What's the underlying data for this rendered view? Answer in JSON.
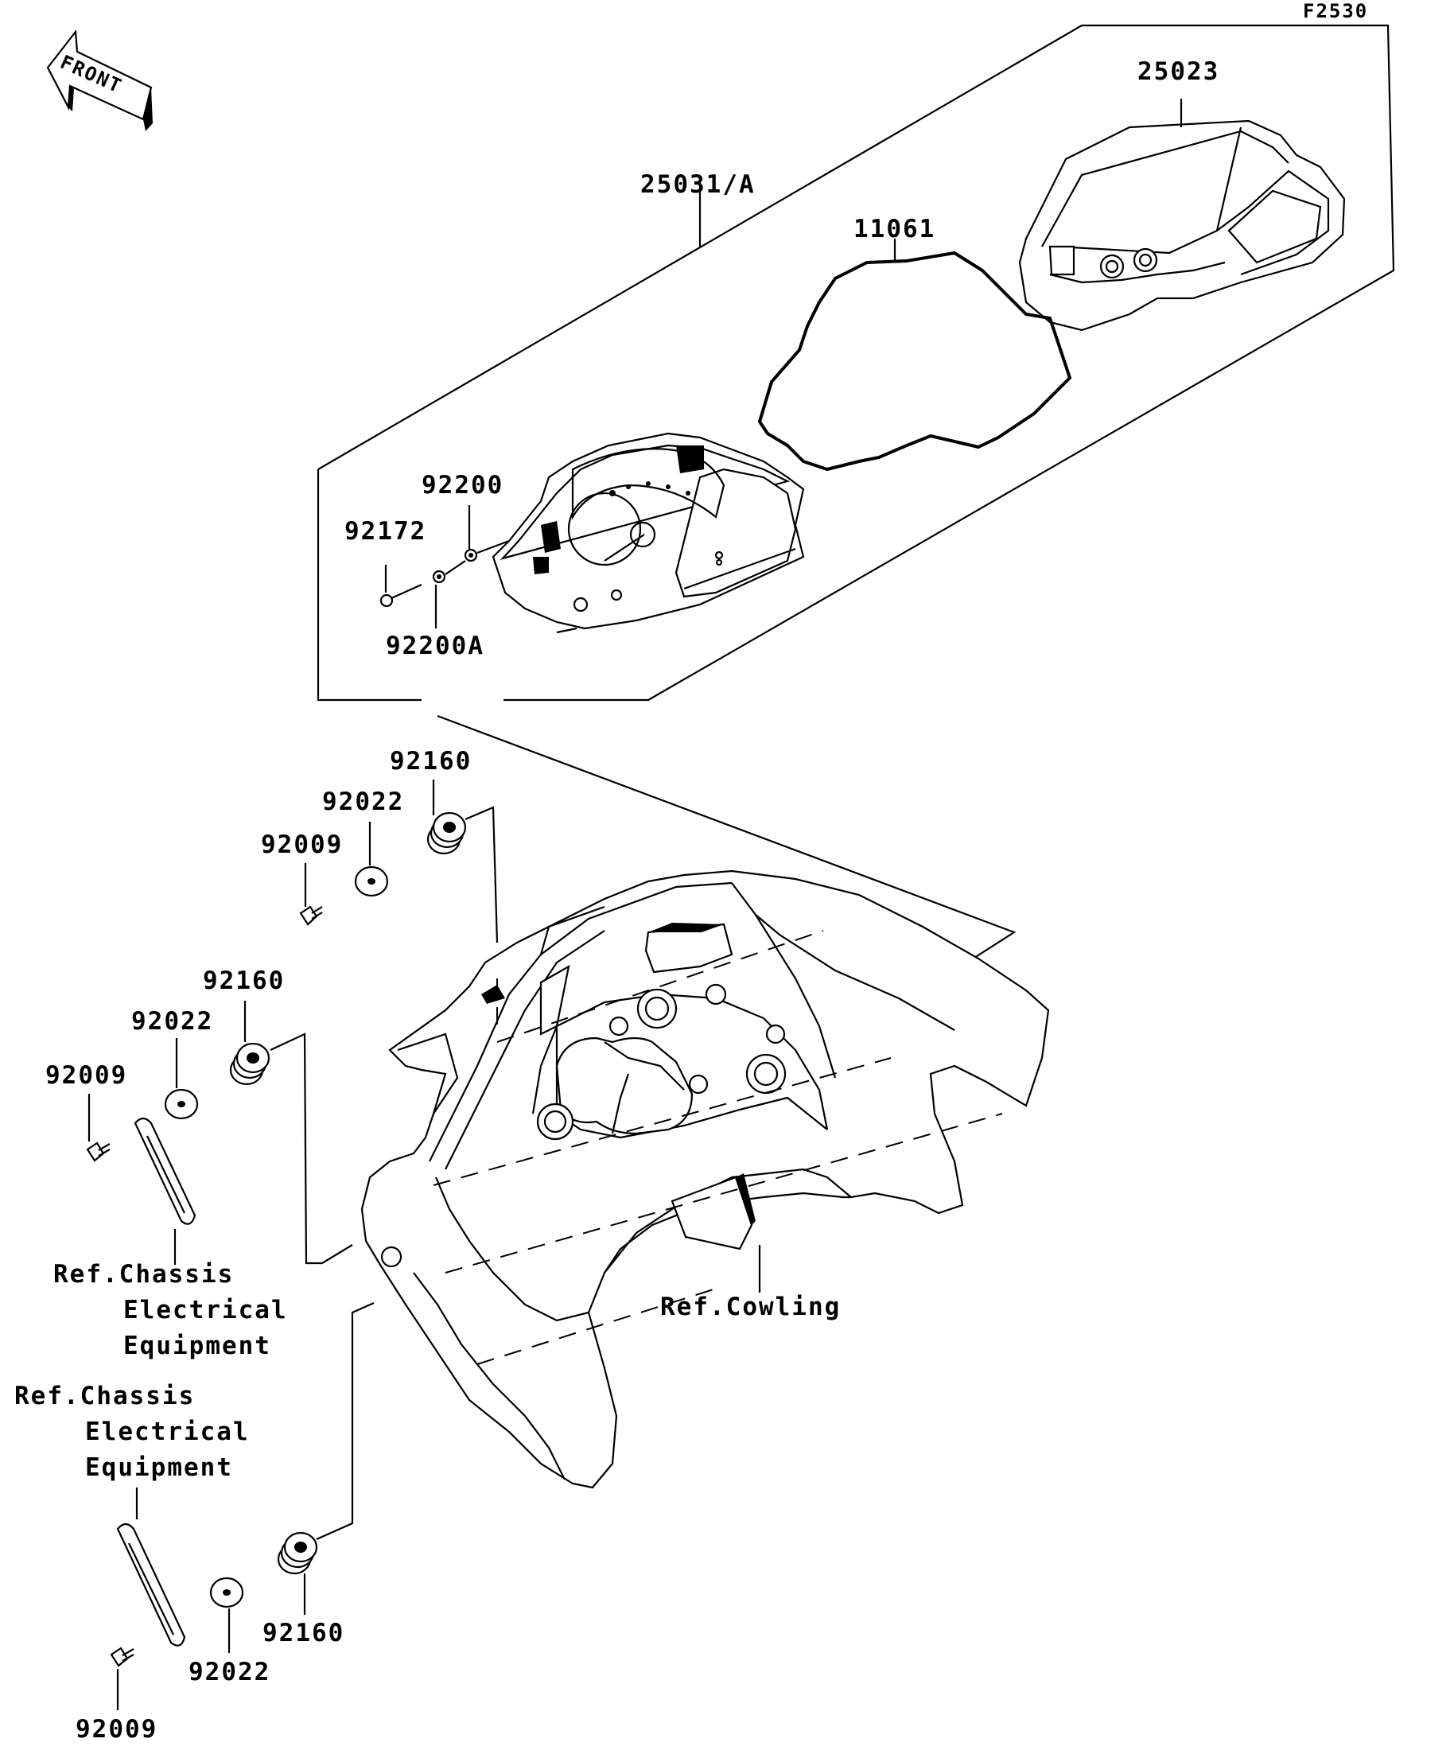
{
  "figure_code": "F2530",
  "front_arrow": {
    "label": "FRONT"
  },
  "parts": {
    "meter_assembly": "25031/A",
    "case": "25023",
    "gasket": "11061",
    "screw": "92172",
    "washer_a": "92200",
    "washer_b": "92200A",
    "damper_upper": "92160",
    "washer_upper": "92022",
    "bolt_upper": "92009",
    "damper_middle": "92160",
    "washer_middle": "92022",
    "bolt_middle": "92009",
    "damper_lower": "92160",
    "washer_lower": "92022",
    "bolt_lower": "92009"
  },
  "references": {
    "chassis_upper": [
      "Ref.Chassis",
      "Electrical",
      "Equipment"
    ],
    "chassis_lower": [
      "Ref.Chassis",
      "Electrical",
      "Equipment"
    ],
    "cowling": "Ref.Cowling"
  }
}
